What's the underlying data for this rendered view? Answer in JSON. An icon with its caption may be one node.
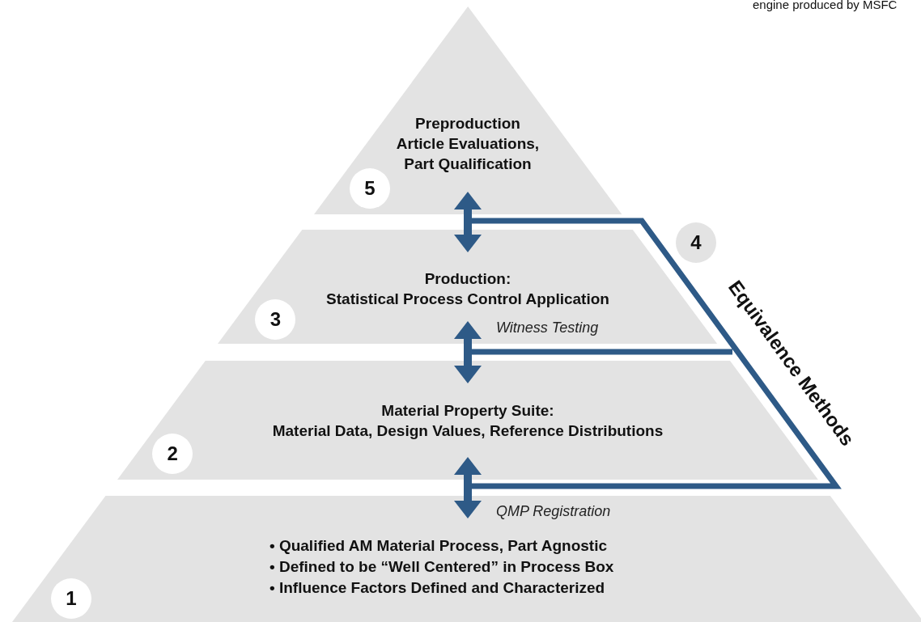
{
  "diagram": {
    "nodes": [
      {
        "text": [
          "Preproduction Article Evaluations, Part Qualification"
        ]
      },
      {
        "text": [
          "5"
        ],
        "in": 0
      },
      {
        "text": [
          "4"
        ]
      },
      {
        "text": [
          "Production:",
          "Statistical Process Control Application"
        ]
      },
      {
        "text": [
          "3"
        ],
        "in": 3
      },
      {
        "text": [
          "Material Property Suite:",
          "Material Data, Design Values, Reference Distributions"
        ]
      },
      {
        "text": [
          "2"
        ],
        "in": 5
      },
      {
        "text": [
          "• Qualified AM Material Process, Part Agnostic",
          "• Defined to be “Well Centered” in Process Box",
          "• Influence Factors Defined and Characterized"
        ]
      },
      {
        "text": [
          "1"
        ],
        "in": 7
      }
    ],
    "edges": [
      {
        "from": 0,
        "to": 3,
        "arrow": "both"
      },
      {
        "from": 3,
        "to": 5,
        "arrow": "both",
        "label": "Witness Testing"
      },
      {
        "from": 5,
        "to": 7,
        "arrow": "both",
        "label": "QMP Registration"
      }
    ],
    "labels": [
      "engine produced by MSFC",
      "Equivalence Methods"
    ]
  }
}
